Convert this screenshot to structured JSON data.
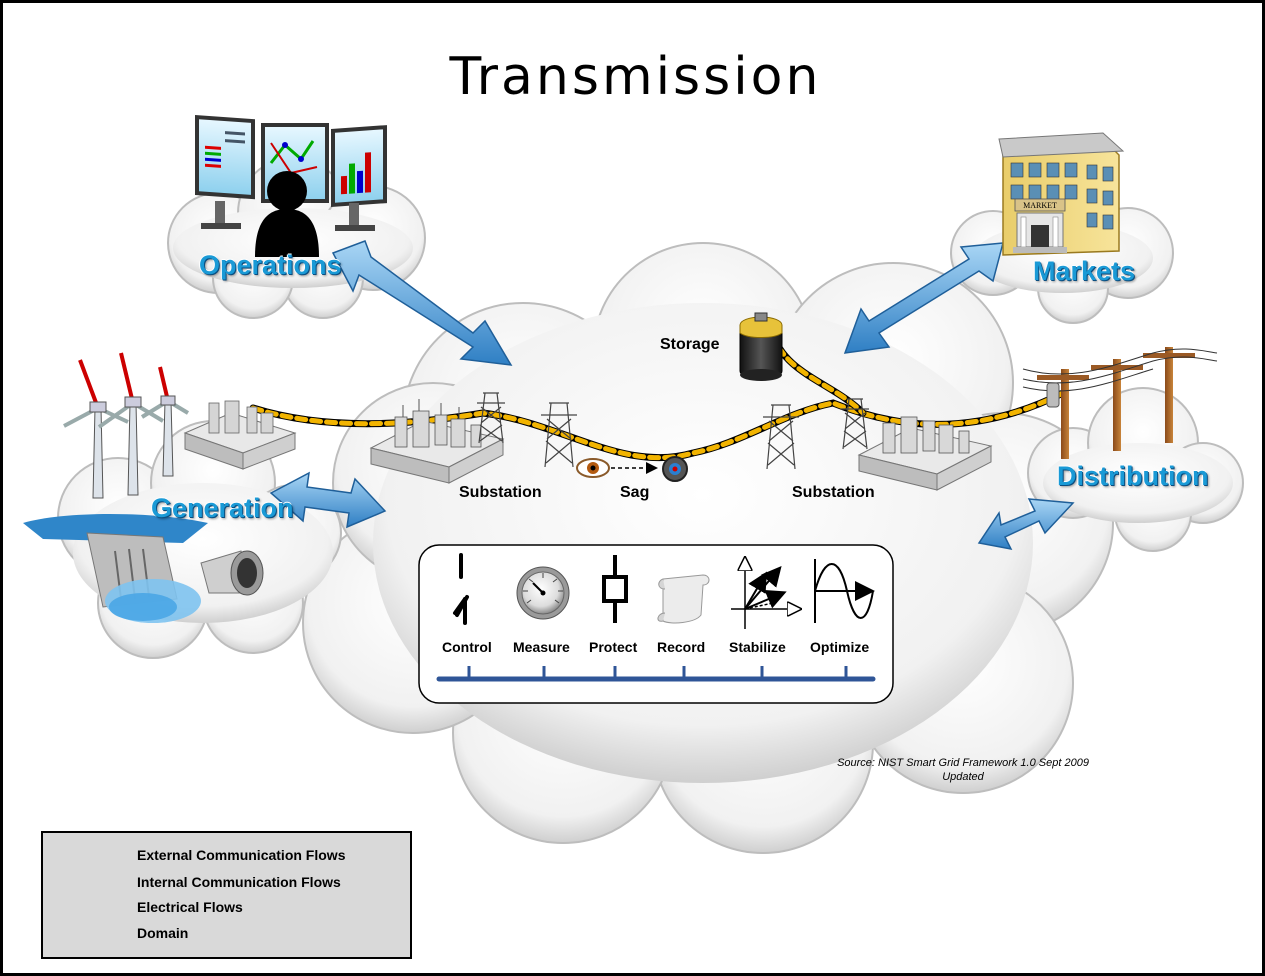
{
  "title": "Transmission",
  "domains": {
    "operations": "Operations",
    "markets": "Markets",
    "generation": "Generation",
    "distribution": "Distribution"
  },
  "labels": {
    "storage": "Storage",
    "substation_left": "Substation",
    "sag": "Sag",
    "substation_right": "Substation"
  },
  "functions": [
    "Control",
    "Measure",
    "Protect",
    "Record",
    "Stabilize",
    "Optimize"
  ],
  "source": {
    "line1": "Source:  NIST Smart Grid Framework 1.0 Sept 2009",
    "line2": "Updated"
  },
  "legend": {
    "external": "External Communication Flows",
    "internal": "Internal Communication Flows",
    "electrical": "Electrical Flows",
    "domain": "Domain"
  },
  "colors": {
    "external_flow": "#3d97d6",
    "internal_flow": "#2f5597",
    "electrical_flow": "#f0b000",
    "domain_label": "#1a9ad6"
  }
}
